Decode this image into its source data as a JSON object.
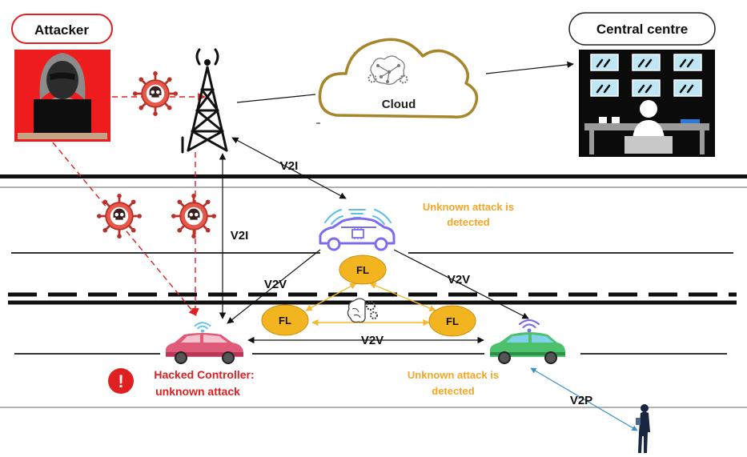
{
  "labels": {
    "attacker": "Attacker",
    "central_centre": "Central centre",
    "cloud": "Cloud",
    "v2i_upper": "V2I",
    "v2i_lower": "V2I",
    "v2v_left": "V2V",
    "v2v_right": "V2V",
    "v2v_bottom": "V2V",
    "v2p": "V2P",
    "fl_top": "FL",
    "fl_left": "FL",
    "fl_right": "FL",
    "top_alert_line1": "Unknown attack is",
    "top_alert_line2": "detected",
    "right_alert_line1": "Unknown attack is",
    "right_alert_line2": "detected",
    "hacked_line1": "Hacked Controller:",
    "hacked_line2": "unknown attack",
    "hacked_badge": "!"
  },
  "colors": {
    "attack_red": "#e02020",
    "alert_orange": "#f5a623",
    "fl_fill": "#f2b51f",
    "fl_link": "#f5b82e",
    "cloud_stroke": "#a8842a",
    "hacked_car": "#e05a7a",
    "connected_car": "#7b6cf0",
    "safe_car": "#4cc06a",
    "v2p_link": "#3a8fc7",
    "attacker_bg": "#ee1c1c"
  },
  "icons": [
    "hacker-icon",
    "virus-skull-icon",
    "cell-tower-icon",
    "cloud-ai-icon",
    "control-room-icon",
    "connected-car-icon",
    "hacked-car-icon",
    "safe-car-icon",
    "wifi-icon",
    "ai-brain-gear-icon",
    "pedestrian-icon",
    "warning-icon"
  ]
}
